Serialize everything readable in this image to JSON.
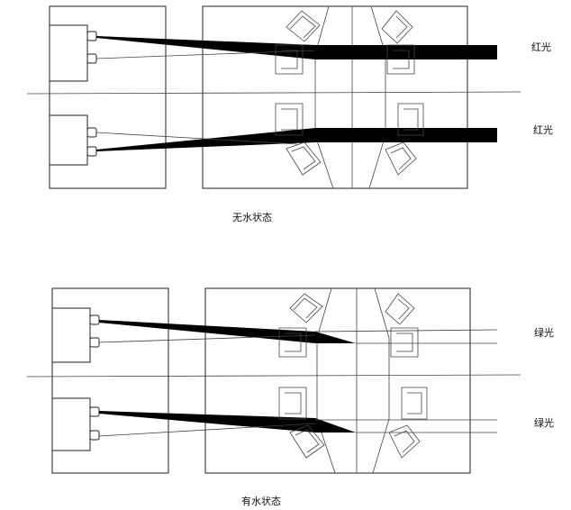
{
  "diagrams": [
    {
      "caption": "无水状态",
      "labels": [
        "红光",
        "红光"
      ]
    },
    {
      "caption": "有水状态",
      "labels": [
        "绿光",
        "绿光"
      ]
    }
  ],
  "colors": {
    "line": "#222222",
    "beam": "#000000",
    "background": "#ffffff"
  }
}
